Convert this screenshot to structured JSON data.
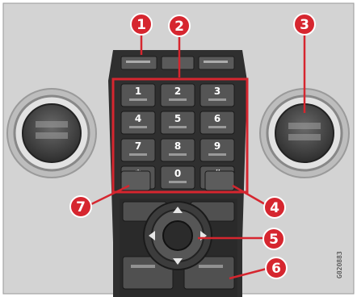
{
  "callouts": {
    "c1": "1",
    "c2": "2",
    "c3": "3",
    "c4": "4",
    "c5": "5",
    "c6": "6",
    "c7": "7"
  },
  "keypad": {
    "keys": [
      "1",
      "2",
      "3",
      "4",
      "5",
      "6",
      "7",
      "8",
      "9",
      "*",
      "0",
      "#"
    ]
  },
  "image_code": "G020883",
  "colors": {
    "panel": "#d3d3d3",
    "console": "#3a3a3a",
    "button": "#555555",
    "callout": "#d6262f",
    "highlight_box": "#d6262f"
  }
}
